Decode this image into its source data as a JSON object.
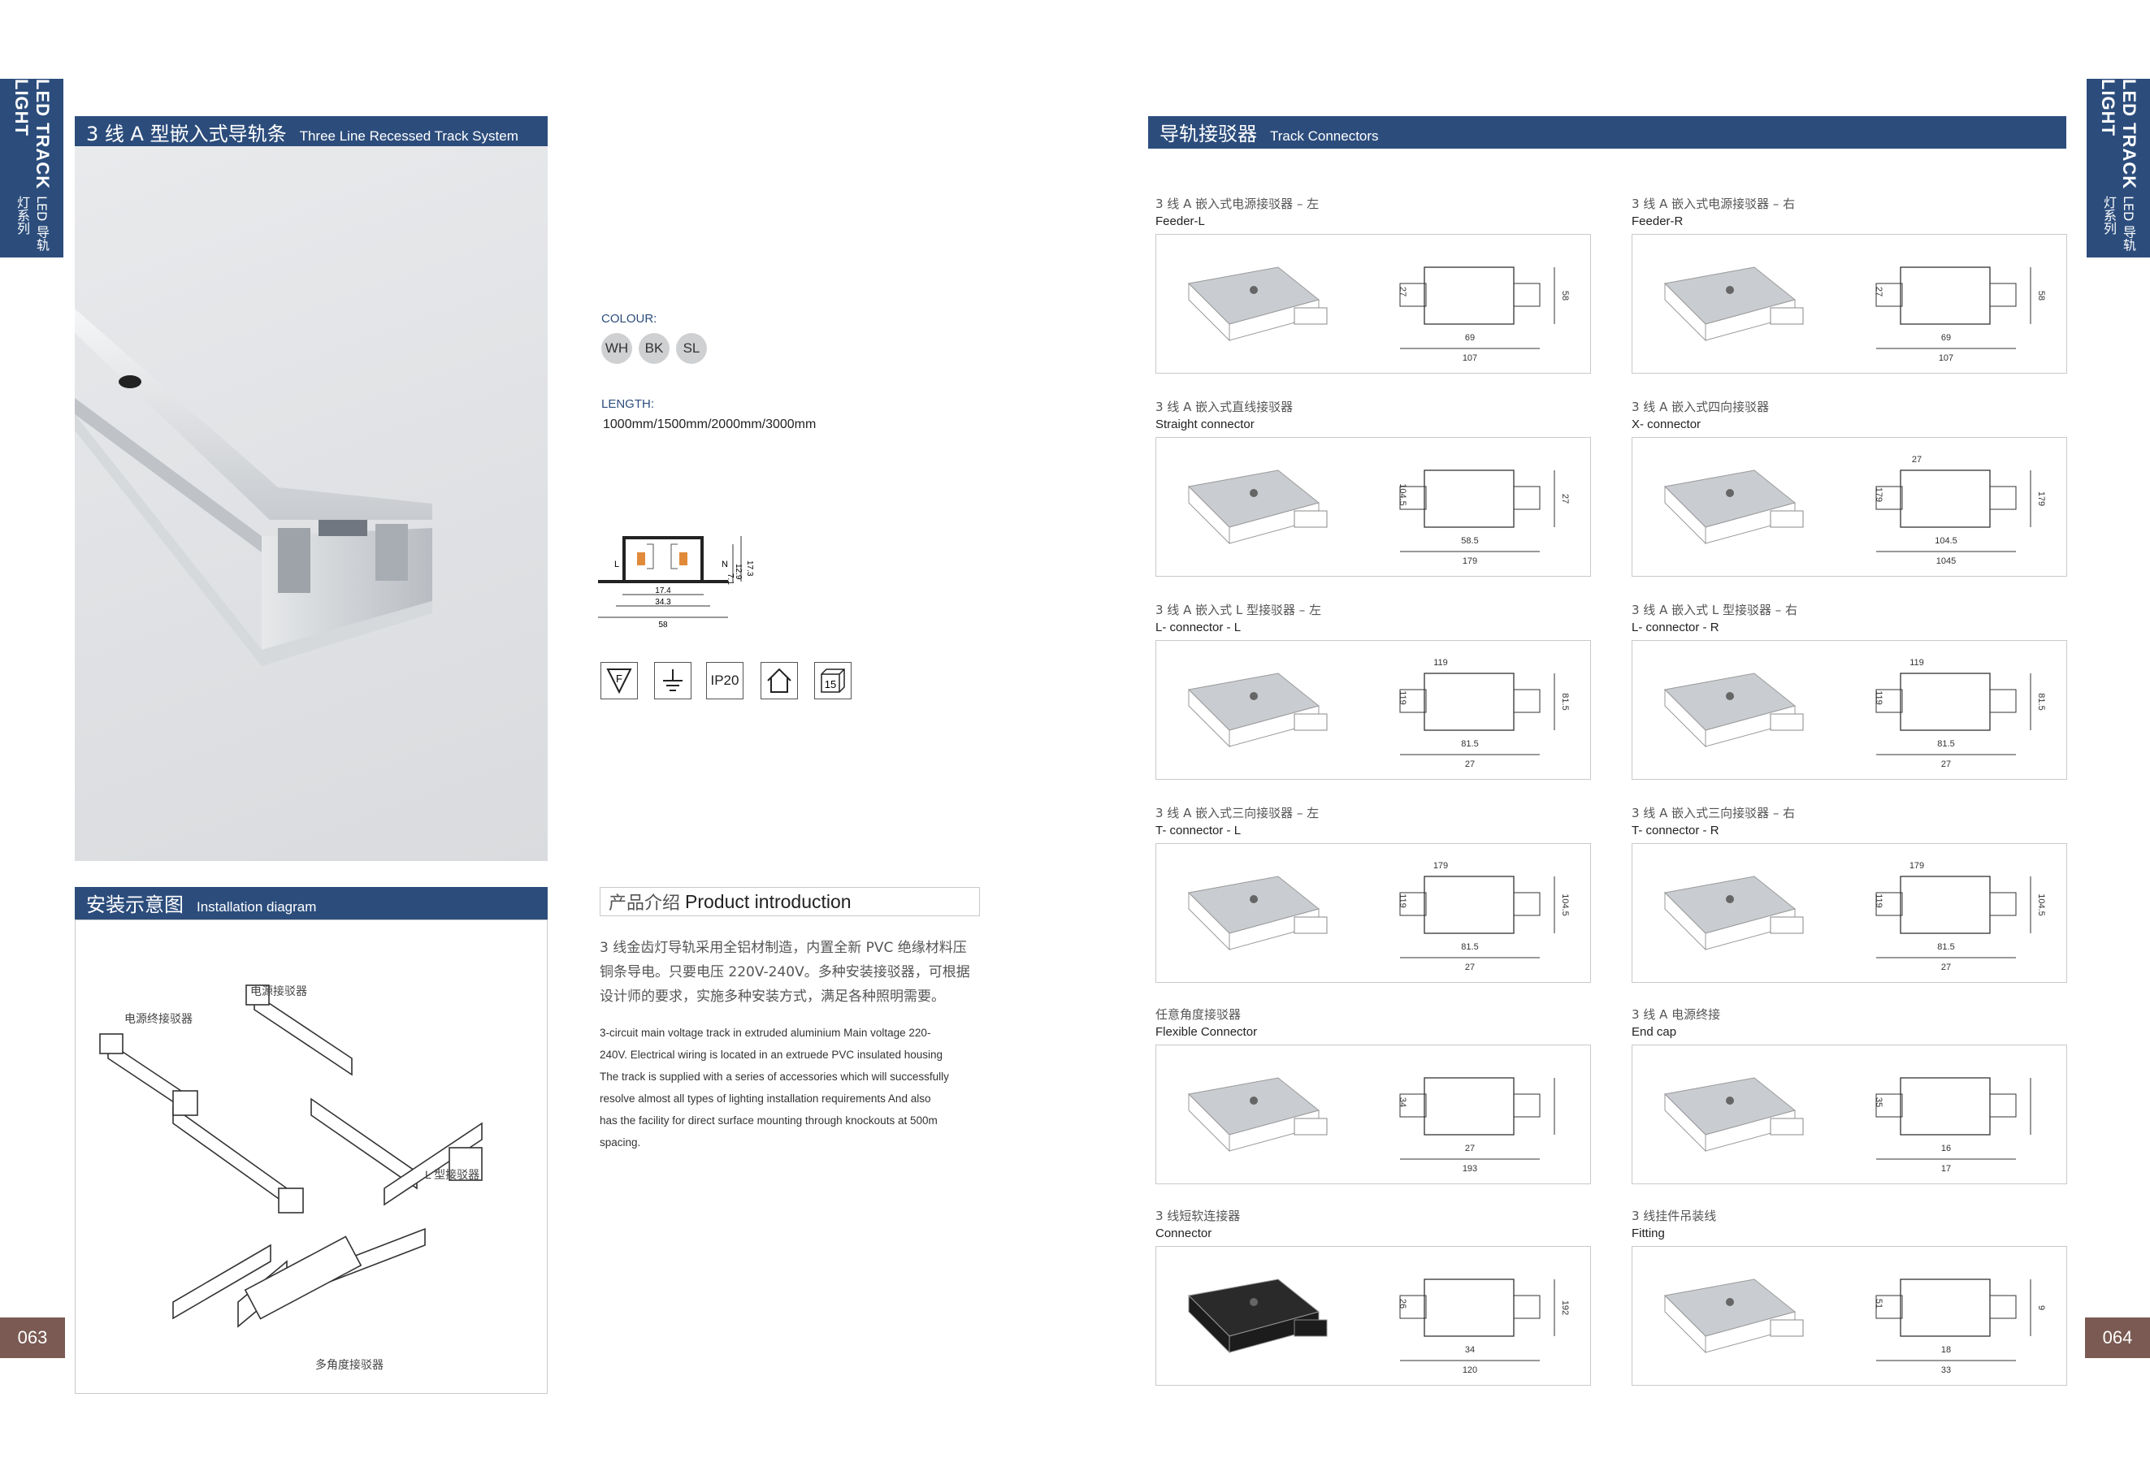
{
  "sidebar_left": {
    "en": "LED TRACK LIGHT",
    "cn": "LED 导轨灯系列"
  },
  "sidebar_right": {
    "en": "LED TRACK LIGHT",
    "cn": "LED 导轨灯系列"
  },
  "page_left": "063",
  "page_right": "064",
  "left_header": {
    "cn": "3 线 A 型嵌入式导轨条",
    "en": "Three Line Recessed Track System"
  },
  "colour": {
    "label": "COLOUR:",
    "options": [
      "WH",
      "BK",
      "SL"
    ]
  },
  "length": {
    "label": "LENGTH:",
    "value": "1000mm/1500mm/2000mm/3000mm"
  },
  "profile": {
    "dims": [
      "17.4",
      "34.3",
      "58",
      "17.3",
      "12.9",
      "7.1"
    ],
    "L": "L",
    "N": "N"
  },
  "cert_icons": [
    {
      "name": "f-mark-icon",
      "text": "F"
    },
    {
      "name": "ground-icon",
      "text": ""
    },
    {
      "name": "ip20-icon",
      "text": "IP20"
    },
    {
      "name": "indoor-icon",
      "text": ""
    },
    {
      "name": "years-icon",
      "text": "15"
    }
  ],
  "install": {
    "cn": "安装示意图",
    "en": "Installation diagram",
    "labels": [
      "电源接驳器",
      "电源终接驳器",
      "L 型接驳器",
      "多角度接驳器"
    ]
  },
  "intro": {
    "cn_title": "产品介绍",
    "en_title": "Product introduction",
    "cn_lines": [
      "3 线金齿灯导轨采用全铝材制造，内置全新 PVC 绝缘材料压",
      "铜条导电。只要电压 220V-240V。多种安装接驳器，可根据",
      "设计师的要求，实施多种安装方式，满足各种照明需要。"
    ],
    "en_lines": [
      "3-circuit main voltage track in extruded aluminium Main voltage 220-",
      "240V. Electrical wiring is located in an extruede PVC insulated housing",
      "The track is supplied with a series of accessories which will successfully",
      "resolve almost all types of lighting installation requirements And also",
      "has the facility for direct surface mounting through knockouts at 500m",
      "spacing."
    ]
  },
  "right_header": {
    "cn": "导轨接驳器",
    "en": "Track Connectors"
  },
  "connectors": [
    {
      "cn": "3 线 A 嵌入式电源接驳器 – 左",
      "en": "Feeder-L",
      "dims": [
        "27",
        "69",
        "107",
        "58"
      ]
    },
    {
      "cn": "3 线 A 嵌入式电源接驳器 – 右",
      "en": "Feeder-R",
      "dims": [
        "27",
        "69",
        "107",
        "58"
      ]
    },
    {
      "cn": "3 线 A 嵌入式直线接驳器",
      "en": "Straight connector",
      "dims": [
        "104.5",
        "58.5",
        "179",
        "27"
      ]
    },
    {
      "cn": "3 线 A 嵌入式四向接驳器",
      "en": "X- connector",
      "dims": [
        "179",
        "104.5",
        "1045",
        "179",
        "27"
      ]
    },
    {
      "cn": "3 线 A 嵌入式 L 型接驳器 – 左",
      "en": "L- connector - L",
      "dims": [
        "119",
        "81.5",
        "27",
        "81.5",
        "119"
      ]
    },
    {
      "cn": "3 线 A 嵌入式 L 型接驳器 – 右",
      "en": "L- connector - R",
      "dims": [
        "119",
        "81.5",
        "27",
        "81.5",
        "119"
      ]
    },
    {
      "cn": "3 线 A 嵌入式三向接驳器 – 左",
      "en": "T- connector - L",
      "dims": [
        "119",
        "81.5",
        "27",
        "104.5",
        "179"
      ]
    },
    {
      "cn": "3 线 A 嵌入式三向接驳器 – 右",
      "en": "T- connector - R",
      "dims": [
        "119",
        "81.5",
        "27",
        "104.5",
        "179"
      ]
    },
    {
      "cn": "任意角度接驳器",
      "en": "Flexible Connector",
      "dims": [
        "34",
        "27",
        "193"
      ]
    },
    {
      "cn": "3 线 A 电源终接",
      "en": "End cap",
      "dims": [
        "35",
        "16",
        "17"
      ]
    },
    {
      "cn": "3 线短软连接器",
      "en": "Connector",
      "dims": [
        "26",
        "34",
        "120",
        "192"
      ]
    },
    {
      "cn": "3 线挂件吊装线",
      "en": "Fitting",
      "dims": [
        "51",
        "18",
        "33",
        "9"
      ]
    }
  ],
  "colors": {
    "navy": "#2c4d7c",
    "page_badge": "#7a5a52"
  }
}
